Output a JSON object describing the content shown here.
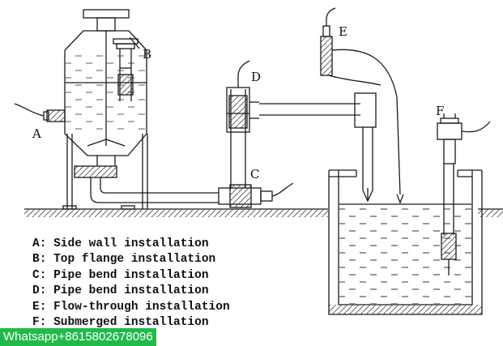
{
  "labels": {
    "A": "A",
    "B": "B",
    "C": "C",
    "D": "D",
    "E": "E",
    "F": "F"
  },
  "legend": [
    "A: Side wall installation",
    "B: Top flange installation",
    "C: Pipe bend installation",
    "D: Pipe bend installation",
    "E: Flow-through installation",
    "F: Submerged installation"
  ],
  "contact_banner": "Whatsapp+8615802678096",
  "colors": {
    "line": "#1a1a1a",
    "banner_bg": "#21b94a",
    "banner_text": "#ffffff"
  }
}
